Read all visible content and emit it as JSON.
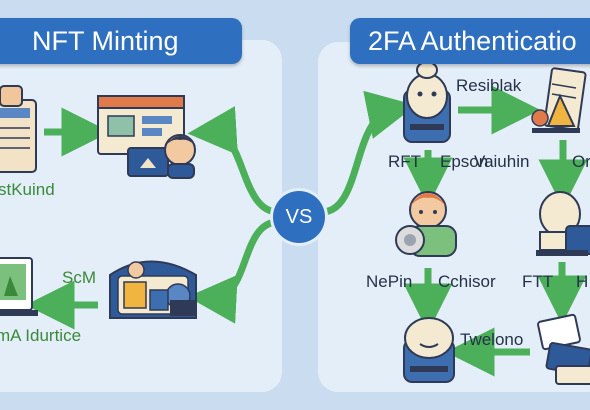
{
  "left": {
    "title": "NFT Minting",
    "labels": {
      "kind": "stKuind",
      "sc": "ScM",
      "idurtice": "mA Idurtice"
    }
  },
  "right": {
    "title": "2FA Authenticatio",
    "labels": {
      "resiblak": "Resiblak",
      "rft": "RFT",
      "epson": "Epson",
      "vaiuhin": "Vaiuhin",
      "or": "Or",
      "nepin": "NePin",
      "cchisor": "Cchisor",
      "ftt": "FTT",
      "h": "H",
      "twelono": "Twelono"
    }
  },
  "center": {
    "vs": "VS"
  },
  "colors": {
    "banner": "#2f6fc0",
    "arrow": "#4caf5a",
    "panel": "#e4eef8",
    "background": "#c9dcf0"
  }
}
